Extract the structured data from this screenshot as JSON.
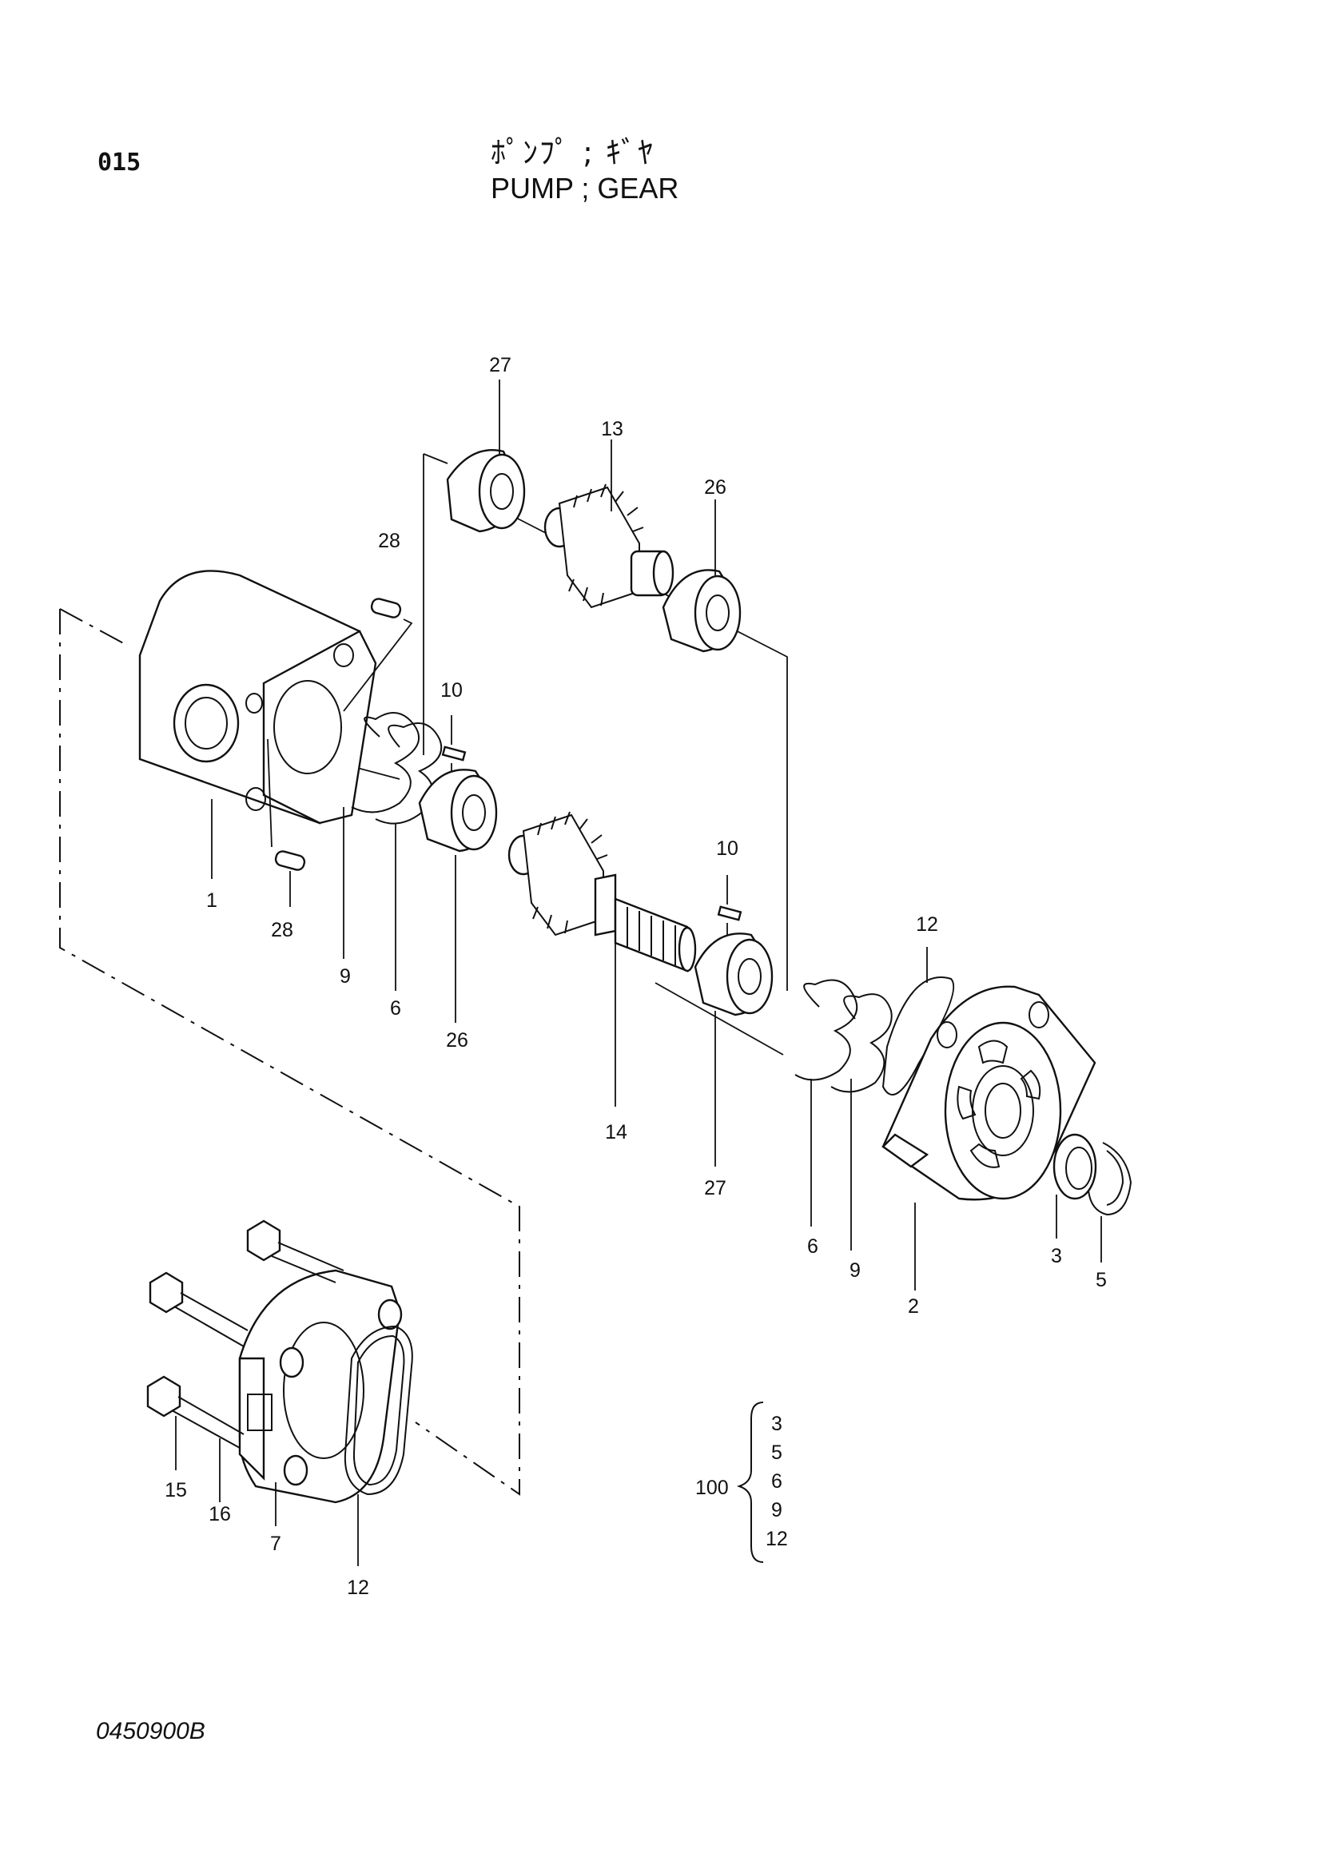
{
  "header": {
    "page_number": "015",
    "title_jp": "ﾎﾟﾝﾌﾟ ; ｷﾞﾔ",
    "title_en": "PUMP ; GEAR"
  },
  "footer": {
    "drawing_code": "0450900B"
  },
  "callouts": {
    "c27_top": "27",
    "c13": "13",
    "c26_top": "26",
    "c28_top": "28",
    "c10_left": "10",
    "c1": "1",
    "c28_bottom": "28",
    "c9_left": "9",
    "c6_left": "6",
    "c26_bottom": "26",
    "c10_right": "10",
    "c12_top": "12",
    "c14": "14",
    "c27_bottom": "27",
    "c6_right": "6",
    "c9_right": "9",
    "c2": "2",
    "c3": "3",
    "c5": "5",
    "c15": "15",
    "c16": "16",
    "c7": "7",
    "c12_bottom": "12"
  },
  "kit": {
    "number": "100",
    "items": [
      "3",
      "5",
      "6",
      "9",
      "12"
    ]
  }
}
